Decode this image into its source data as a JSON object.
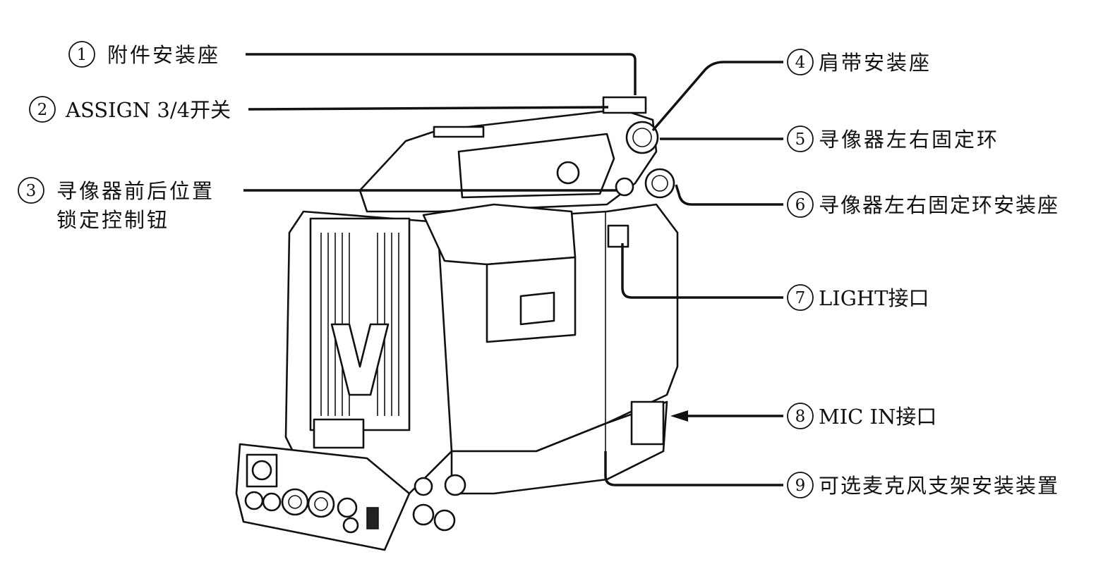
{
  "callouts": [
    {
      "num": "1",
      "lines": [
        "附件安装座"
      ]
    },
    {
      "num": "2",
      "lines": [
        "ASSIGN 3/4开关"
      ]
    },
    {
      "num": "3",
      "lines": [
        "寻像器前后位置",
        "锁定控制钮"
      ]
    },
    {
      "num": "4",
      "lines": [
        "肩带安装座"
      ]
    },
    {
      "num": "5",
      "lines": [
        "寻像器左右固定环"
      ]
    },
    {
      "num": "6",
      "lines": [
        "寻像器左右固定环安装座"
      ]
    },
    {
      "num": "7",
      "lines": [
        "LIGHT接口"
      ]
    },
    {
      "num": "8",
      "lines": [
        "MIC IN接口"
      ]
    },
    {
      "num": "9",
      "lines": [
        "可选麦克风支架安装装置"
      ]
    }
  ]
}
